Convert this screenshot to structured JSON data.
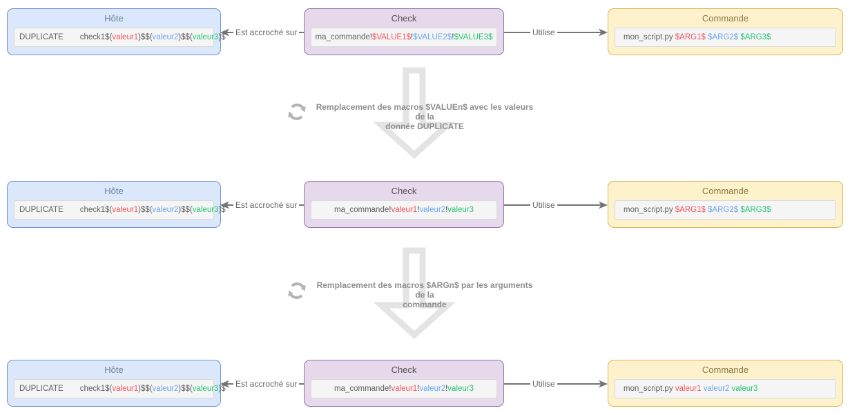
{
  "diagram": {
    "rows": [
      {
        "host": {
          "title": "Hôte",
          "segments": [
            {
              "text": "DUPLICATE",
              "color": "base"
            },
            {
              "text": "",
              "color": "gap"
            },
            {
              "text": "check1$(",
              "color": "base"
            },
            {
              "text": "valeur1",
              "color": "red"
            },
            {
              "text": ")$$(",
              "color": "base"
            },
            {
              "text": "valeur2",
              "color": "blue"
            },
            {
              "text": ")$$(",
              "color": "base"
            },
            {
              "text": "valeur3",
              "color": "green"
            },
            {
              "text": ")$",
              "color": "base"
            }
          ]
        },
        "edge_left": "Est accroché sur",
        "check": {
          "title": "Check",
          "segments": [
            {
              "text": "ma_commande",
              "color": "base"
            },
            {
              "text": "!",
              "color": "dark"
            },
            {
              "text": "$VALUE1$",
              "color": "red"
            },
            {
              "text": "!",
              "color": "dark"
            },
            {
              "text": "$VALUE2$",
              "color": "blue"
            },
            {
              "text": "!",
              "color": "dark"
            },
            {
              "text": "$VALUE3$",
              "color": "green"
            }
          ]
        },
        "edge_right": "Utilise",
        "command": {
          "title": "Commande",
          "segments": [
            {
              "text": "mon_script.py ",
              "color": "base"
            },
            {
              "text": "$ARG1$",
              "color": "red"
            },
            {
              "text": " ",
              "color": "base"
            },
            {
              "text": "$ARG2$",
              "color": "blue"
            },
            {
              "text": " ",
              "color": "base"
            },
            {
              "text": "$ARG3$",
              "color": "green"
            }
          ]
        }
      },
      {
        "host": {
          "title": "Hôte",
          "segments": [
            {
              "text": "DUPLICATE",
              "color": "base"
            },
            {
              "text": "",
              "color": "gap"
            },
            {
              "text": "check1$(",
              "color": "base"
            },
            {
              "text": "valeur1",
              "color": "red"
            },
            {
              "text": ")$$(",
              "color": "base"
            },
            {
              "text": "valeur2",
              "color": "blue"
            },
            {
              "text": ")$$(",
              "color": "base"
            },
            {
              "text": "valeur3",
              "color": "green"
            },
            {
              "text": ")$",
              "color": "base"
            }
          ]
        },
        "edge_left": "Est accroché sur",
        "check": {
          "title": "Check",
          "segments": [
            {
              "text": "ma_commande",
              "color": "base"
            },
            {
              "text": "!",
              "color": "dark"
            },
            {
              "text": "valeur1",
              "color": "red"
            },
            {
              "text": "!",
              "color": "dark"
            },
            {
              "text": "valeur2",
              "color": "blue"
            },
            {
              "text": "!",
              "color": "dark"
            },
            {
              "text": "valeur3",
              "color": "green"
            }
          ]
        },
        "edge_right": "Utilise",
        "command": {
          "title": "Commande",
          "segments": [
            {
              "text": "mon_script.py ",
              "color": "base"
            },
            {
              "text": "$ARG1$",
              "color": "red"
            },
            {
              "text": " ",
              "color": "base"
            },
            {
              "text": "$ARG2$",
              "color": "blue"
            },
            {
              "text": " ",
              "color": "base"
            },
            {
              "text": "$ARG3$",
              "color": "green"
            }
          ]
        }
      },
      {
        "host": {
          "title": "Hôte",
          "segments": [
            {
              "text": "DUPLICATE",
              "color": "base"
            },
            {
              "text": "",
              "color": "gap"
            },
            {
              "text": "check1$(",
              "color": "base"
            },
            {
              "text": "valeur1",
              "color": "red"
            },
            {
              "text": ")$$(",
              "color": "base"
            },
            {
              "text": "valeur2",
              "color": "blue"
            },
            {
              "text": ")$$(",
              "color": "base"
            },
            {
              "text": "valeur3",
              "color": "green"
            },
            {
              "text": ")$",
              "color": "base"
            }
          ]
        },
        "edge_left": "Est accroché sur",
        "check": {
          "title": "Check",
          "segments": [
            {
              "text": "ma_commande",
              "color": "base"
            },
            {
              "text": "!",
              "color": "dark"
            },
            {
              "text": "valeur1",
              "color": "red"
            },
            {
              "text": "!",
              "color": "dark"
            },
            {
              "text": "valeur2",
              "color": "blue"
            },
            {
              "text": "!",
              "color": "dark"
            },
            {
              "text": "valeur3",
              "color": "green"
            }
          ]
        },
        "edge_right": "Utilise",
        "command": {
          "title": "Commande",
          "segments": [
            {
              "text": "mon_script.py ",
              "color": "base"
            },
            {
              "text": "valeur1",
              "color": "red"
            },
            {
              "text": " ",
              "color": "base"
            },
            {
              "text": "valeur2",
              "color": "blue"
            },
            {
              "text": " ",
              "color": "base"
            },
            {
              "text": "valeur3",
              "color": "green"
            }
          ]
        }
      }
    ],
    "transitions": [
      {
        "line1": "Remplacement des macros $VALUEn$ avec les valeurs de la",
        "line2": "donnée DUPLICATE"
      },
      {
        "line1": "Remplacement des macros $ARGn$ par les arguments de la",
        "line2": "commande"
      }
    ]
  },
  "palette": {
    "red": "#f2555c",
    "blue": "#6ca6f0",
    "green": "#26c573",
    "base_text": "#606060",
    "dark_text": "#3c3c3c",
    "host_fill": "#dbe8fb",
    "host_stroke": "#7191c9",
    "host_title": "#68809f",
    "check_fill": "#e6d9ec",
    "check_stroke": "#9673a6",
    "check_title": "#585058",
    "command_fill": "#fdf2cc",
    "command_stroke": "#d6b656",
    "command_title": "#8a783d",
    "inner_fill": "#f5f5f5",
    "inner_stroke": "#d9d9d9",
    "edge": "#737373",
    "edge_label": "#666666",
    "transition_text": "#8e8e8e",
    "big_arrow": "#e4e4e4",
    "sync_icon": "#b4b4b4"
  }
}
